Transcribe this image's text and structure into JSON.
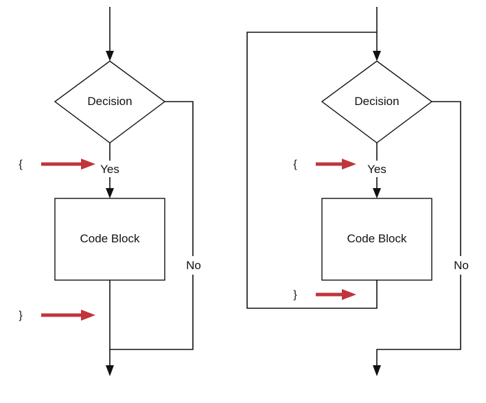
{
  "colors": {
    "line": "#111111",
    "highlight_arrow": "#c0353b",
    "background": "#ffffff"
  },
  "left_flowchart": {
    "decision_label": "Decision",
    "yes_label": "Yes",
    "no_label": "No",
    "block_label": "Code Block",
    "open_brace": "{",
    "close_brace": "}"
  },
  "right_flowchart": {
    "decision_label": "Decision",
    "yes_label": "Yes",
    "no_label": "No",
    "block_label": "Code Block",
    "open_brace": "{",
    "close_brace": "}"
  }
}
